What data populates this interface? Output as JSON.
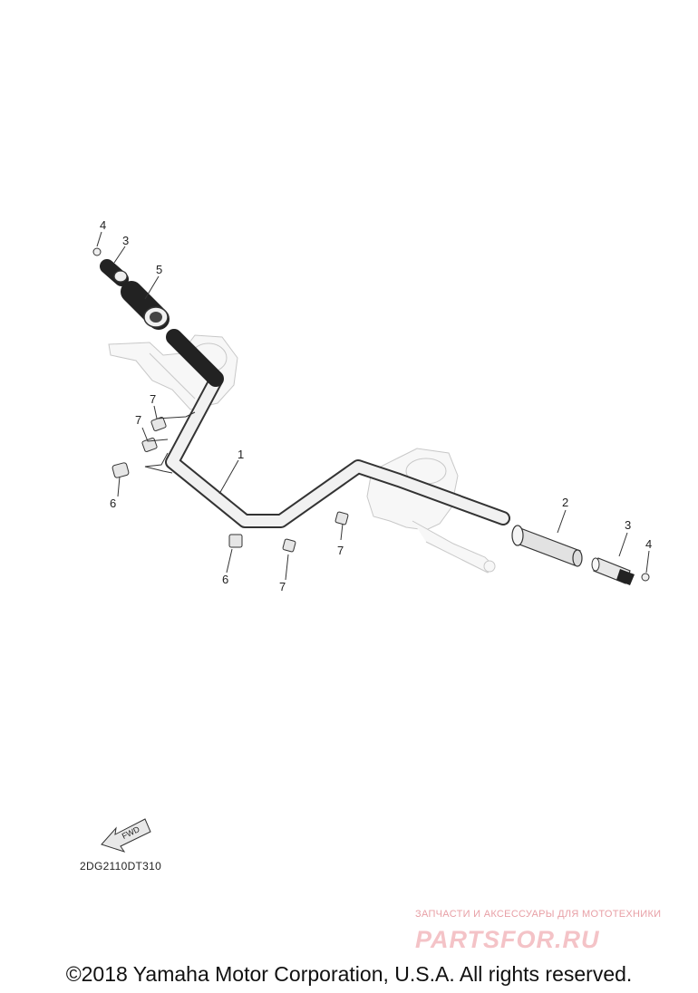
{
  "diagram": {
    "callouts": [
      "4",
      "3",
      "5",
      "7",
      "7",
      "6",
      "1",
      "6",
      "7",
      "7",
      "2",
      "3",
      "4"
    ],
    "fwd_label": "FWD",
    "drawing_code": "2DG2110DT310"
  },
  "watermark": {
    "tagline": "ЗАПЧАСТИ И АКСЕССУАРЫ ДЛЯ МОТОТЕХНИКИ",
    "logo_text": "PARTSFOR.RU"
  },
  "footer": {
    "copyright": "©2018 Yamaha Motor Corporation, U.S.A. All rights reserved."
  },
  "colors": {
    "line": "#333333",
    "fill_light": "#efefef",
    "grip_dark": "#222222",
    "watermark": "#f4c3c7"
  }
}
